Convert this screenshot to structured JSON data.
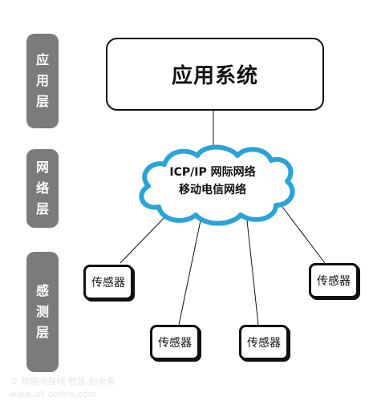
{
  "layers": {
    "application": [
      "应",
      "用",
      "层"
    ],
    "network": [
      "网",
      "络",
      "层"
    ],
    "sensing": [
      "感",
      "测",
      "层"
    ]
  },
  "app_system": "应用系统",
  "cloud": {
    "line1": "ICP/IP 网际网络",
    "line2": "移动电信网络"
  },
  "sensors": [
    "传感器",
    "传感器",
    "传感器",
    "传感器"
  ],
  "watermark": {
    "line1": "© 物联网在线 智慧.创未来",
    "line2": "www.iot-online.com"
  },
  "colors": {
    "layer_tab": "#7b7b7b",
    "cloud_stroke": "#29a3d8",
    "line": "#111111"
  }
}
